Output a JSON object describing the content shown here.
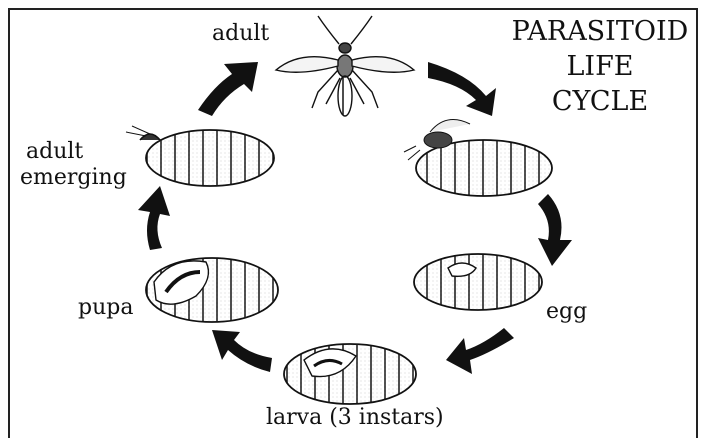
{
  "title": {
    "line1": "PARASITOID",
    "line2": "LIFE",
    "line3": "CYCLE"
  },
  "stages": {
    "adult": "adult",
    "adult_emerging_1": "adult",
    "adult_emerging_2": "emerging",
    "egg": "egg",
    "larva": "larva (3 instars)",
    "pupa": "pupa"
  },
  "colors": {
    "ink": "#111111",
    "background": "#ffffff"
  }
}
